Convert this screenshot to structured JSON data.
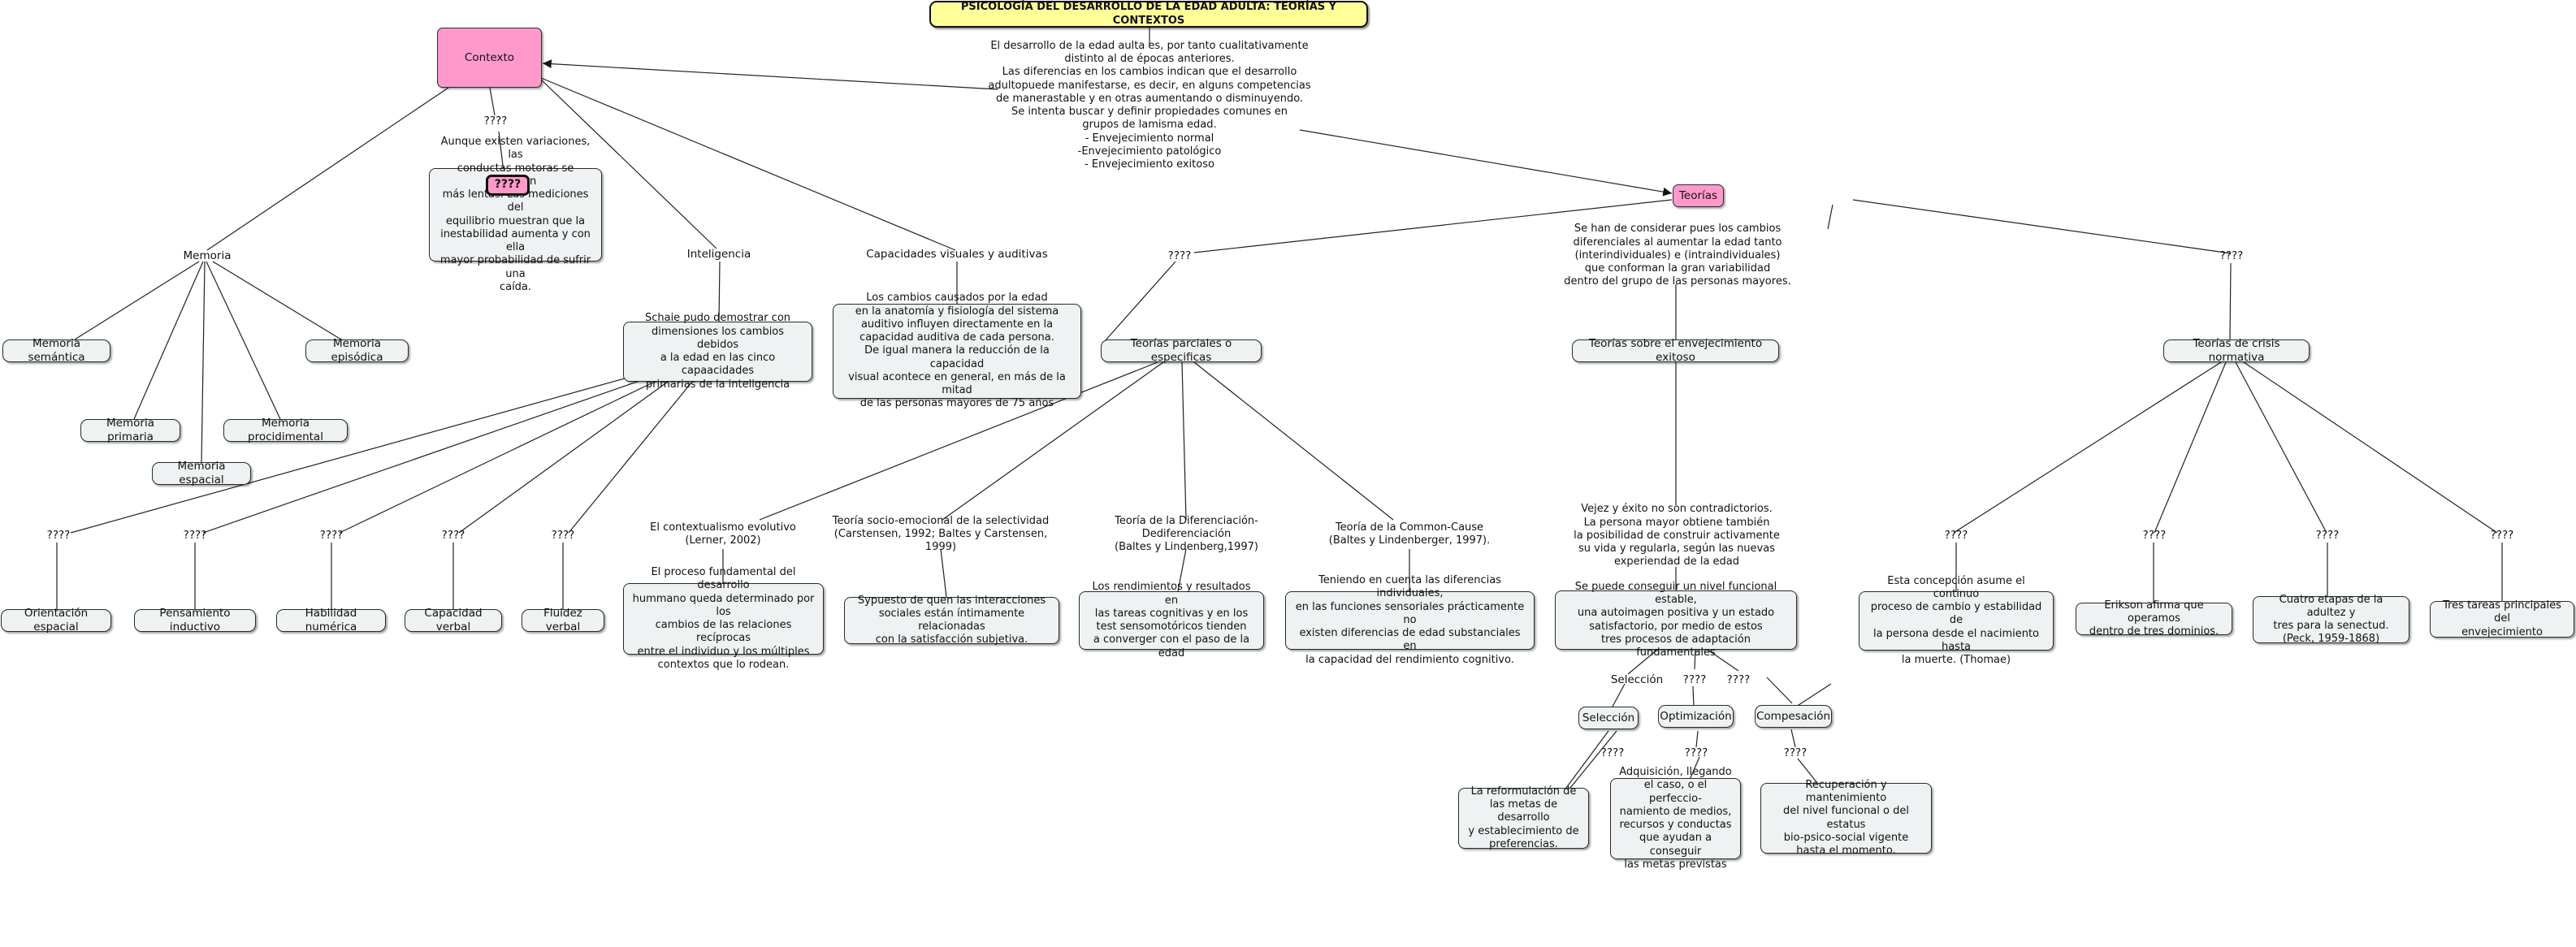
{
  "title": "PSICOLOGÍA DEL DESARROLLO DE LA EDAD ADULTA: TEORÍAS Y CONTEXTOS",
  "intro": "El desarrollo de la edad aulta es, por tanto cualitativamente\ndistinto al de épocas anteriores.\nLas diferencias en los cambios indican que el desarrollo\nadultopuede manifestarse, es decir, en alguns competencias\nde manerastable y en otras aumentando o disminuyendo.\nSe intenta buscar y definir propiedades comunes en\ngrupos de lamisma edad.\n- Envejecimiento normal\n-Envejecimiento patológico\n- Envejecimiento exitoso",
  "contexto": {
    "label": "Contexto",
    "link_q": "????",
    "q_badge": "????",
    "equilibrio_text": "Aunque existen variaciones, las\nconductas motoras se vuelven\nmás lentas. Las mediciones del\nequilibrio muestran que la\ninestabilidad aumenta y con ella\nmayor probabilidad de sufrir una\ncaída.",
    "memoria": {
      "label": "Memoria",
      "items": [
        "Memoria semántica",
        "Memoria primaria",
        "Memoria espacial",
        "Memoria procidimental",
        "Memoria episódica"
      ]
    },
    "inteligencia": {
      "label": "Inteligencia",
      "text": "Schaie pudo demostrar con\ndimensiones los cambios debidos\na la edad en las cinco capaacidades\nprimarias de la inteligencia",
      "link_q": "????",
      "items": [
        "Orientación espacial",
        "Pensamiento inductivo",
        "Habilidad numérica",
        "Capacidad verbal",
        "Fluidez verbal"
      ]
    },
    "capacidades": {
      "label": "Capacidades visuales y auditivas",
      "text": "Los cambios causados por la edad\nen la anatomía y fisiología del sistema\nauditivo influyen directamente en la\ncapacidad auditiva de cada persona.\nDe igual manera la reducción de la capacidad\nvisual acontece en general, en más de la mitad\nde las personas mayores de 75 años"
    }
  },
  "teorias": {
    "label": "Teorías",
    "link_q": "????",
    "intro": "Se han de considerar pues los cambios\ndiferenciales al aumentar la edad tanto\n(interindividuales) e (intraindividuales)\nque conforman la gran variabilidad\ndentro del grupo de las personas mayores.",
    "parciales": {
      "label": "Teorías parciales o especificas",
      "theories": [
        {
          "name": "El contextualismo evolutivo\n(Lerner, 2002)",
          "text": "El proceso fundamental del desarrollo\nhummano queda determinado por los\ncambios de las relaciones recíprocas\nentre el individuo y los múltiples\ncontextos que lo rodean."
        },
        {
          "name": "Teoría socio-emocional de la selectividad\n(Carstensen, 1992; Baltes y Carstensen, 1999)",
          "text": "Sypuesto de quen las interacciones\nsociales están íntimamente relacionadas\ncon la satisfacción subjetiva."
        },
        {
          "name": "Teoría de la Diferenciación- Dediferenciación\n(Baltes y Lindenberg,1997)",
          "text": "Los rendimientos y resultados en\nlas tareas cognitivas y en los\ntest sensomotóricos tienden\na converger con el paso de la edad"
        },
        {
          "name": "Teoría de la Common-Cause\n(Baltes y Lindenberger, 1997).",
          "text": "Teniendo en cuenta las diferencias individuales,\nen las funciones sensoriales prácticamente no\nexisten diferencias de edad substanciales en\nla capacidad del rendimiento cognitivo."
        }
      ]
    },
    "exitoso": {
      "label": "Teorías sobre el envejecimiento exitoso",
      "vejez": "Vejez y éxito no son contradictorios.\nLa persona mayor obtiene también\nla posibilidad de construir activamente\nsu vida y regularla, según las nuevas\nexperiendad de la edad",
      "text": "Se puede conseguir un nivel funcional estable,\nuna autoimagen positiva y un estado\nsatisfactorio, por medio de estos\ntres procesos de adaptación fundamentales",
      "link_seleccion": "Selección",
      "link_q": "????",
      "procesos": [
        {
          "name": "Selección",
          "text": "La reformulación de\nlas metas de desarrollo\ny establecimiento de\npreferencias."
        },
        {
          "name": "Optimización",
          "text": "Adquisición, llegando\nel caso, o el perfeccio-\nnamiento de medios,\nrecursos y conductas\nque ayudan a conseguir\nlas metas previstas"
        },
        {
          "name": "Compesación",
          "text": "Recuperación y\nmantenimiento\ndel nivel funcional o del estatus\nbio-psico-social vigente\nhasta el momento."
        }
      ]
    },
    "crisis": {
      "label": "Teorías de crisis normativa",
      "items": [
        "Esta concepción asume el continuo\nproceso de cambio y estabilidad de\nla persona desde el nacimiento hasta\nla muerte. (Thomae)",
        "Erikson afirma que operamos\ndentro de tres dominios.",
        "Cuatro etapas de la adultez y\ntres para la senectud.\n(Peck, 1959-1868)",
        "Tres tareas principales del\nenvejecimiento"
      ]
    }
  }
}
